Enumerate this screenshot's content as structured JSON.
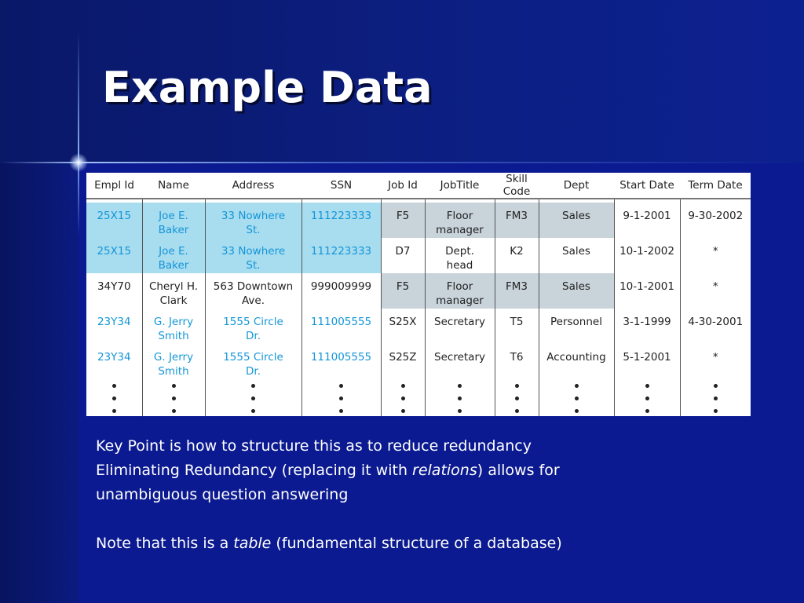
{
  "slide": {
    "title": "Example Data"
  },
  "table": {
    "headers": [
      "Empl Id",
      "Name",
      "Address",
      "SSN",
      "Job Id",
      "JobTitle",
      "Skill Code",
      "Dept",
      "Start Date",
      "Term Date"
    ],
    "rows": [
      [
        "25X15",
        [
          "Joe E.",
          "Baker"
        ],
        [
          "33 Nowhere",
          "St."
        ],
        "111223333",
        "F5",
        [
          "Floor",
          "manager"
        ],
        "FM3",
        "Sales",
        "9-1-2001",
        "9-30-2002"
      ],
      [
        "25X15",
        [
          "Joe E.",
          "Baker"
        ],
        [
          "33 Nowhere",
          "St."
        ],
        "111223333",
        "D7",
        [
          "Dept.",
          "head"
        ],
        "K2",
        "Sales",
        "10-1-2002",
        "*"
      ],
      [
        "34Y70",
        [
          "Cheryl H.",
          "Clark"
        ],
        [
          "563 Downtown",
          "Ave."
        ],
        "999009999",
        "F5",
        [
          "Floor",
          "manager"
        ],
        "FM3",
        "Sales",
        "10-1-2001",
        "*"
      ],
      [
        "23Y34",
        [
          "G. Jerry",
          "Smith"
        ],
        [
          "1555 Circle",
          "Dr."
        ],
        "111005555",
        "S25X",
        "Secretary",
        "T5",
        "Personnel",
        "3-1-1999",
        "4-30-2001"
      ],
      [
        "23Y34",
        [
          "G. Jerry",
          "Smith"
        ],
        [
          "1555 Circle",
          "Dr."
        ],
        "111005555",
        "S25Z",
        "Secretary",
        "T6",
        "Accounting",
        "5-1-2001",
        "*"
      ]
    ]
  },
  "text": {
    "line1": "Key Point is how to structure this as to reduce redundancy",
    "line2_pre": "Eliminating Redundancy (replacing it with ",
    "line2_em": "relations",
    "line2_post": ") allows for",
    "line3": "unambiguous question answering",
    "line4_pre": "Note that this is a ",
    "line4_em": "table",
    "line4_post": " (fundamental structure of a database)"
  },
  "colors": {
    "background": "#0b1a90",
    "highlight_blue": "#a8dcef",
    "highlight_gray": "#c8d3da",
    "text_blue": "#1496d8"
  }
}
